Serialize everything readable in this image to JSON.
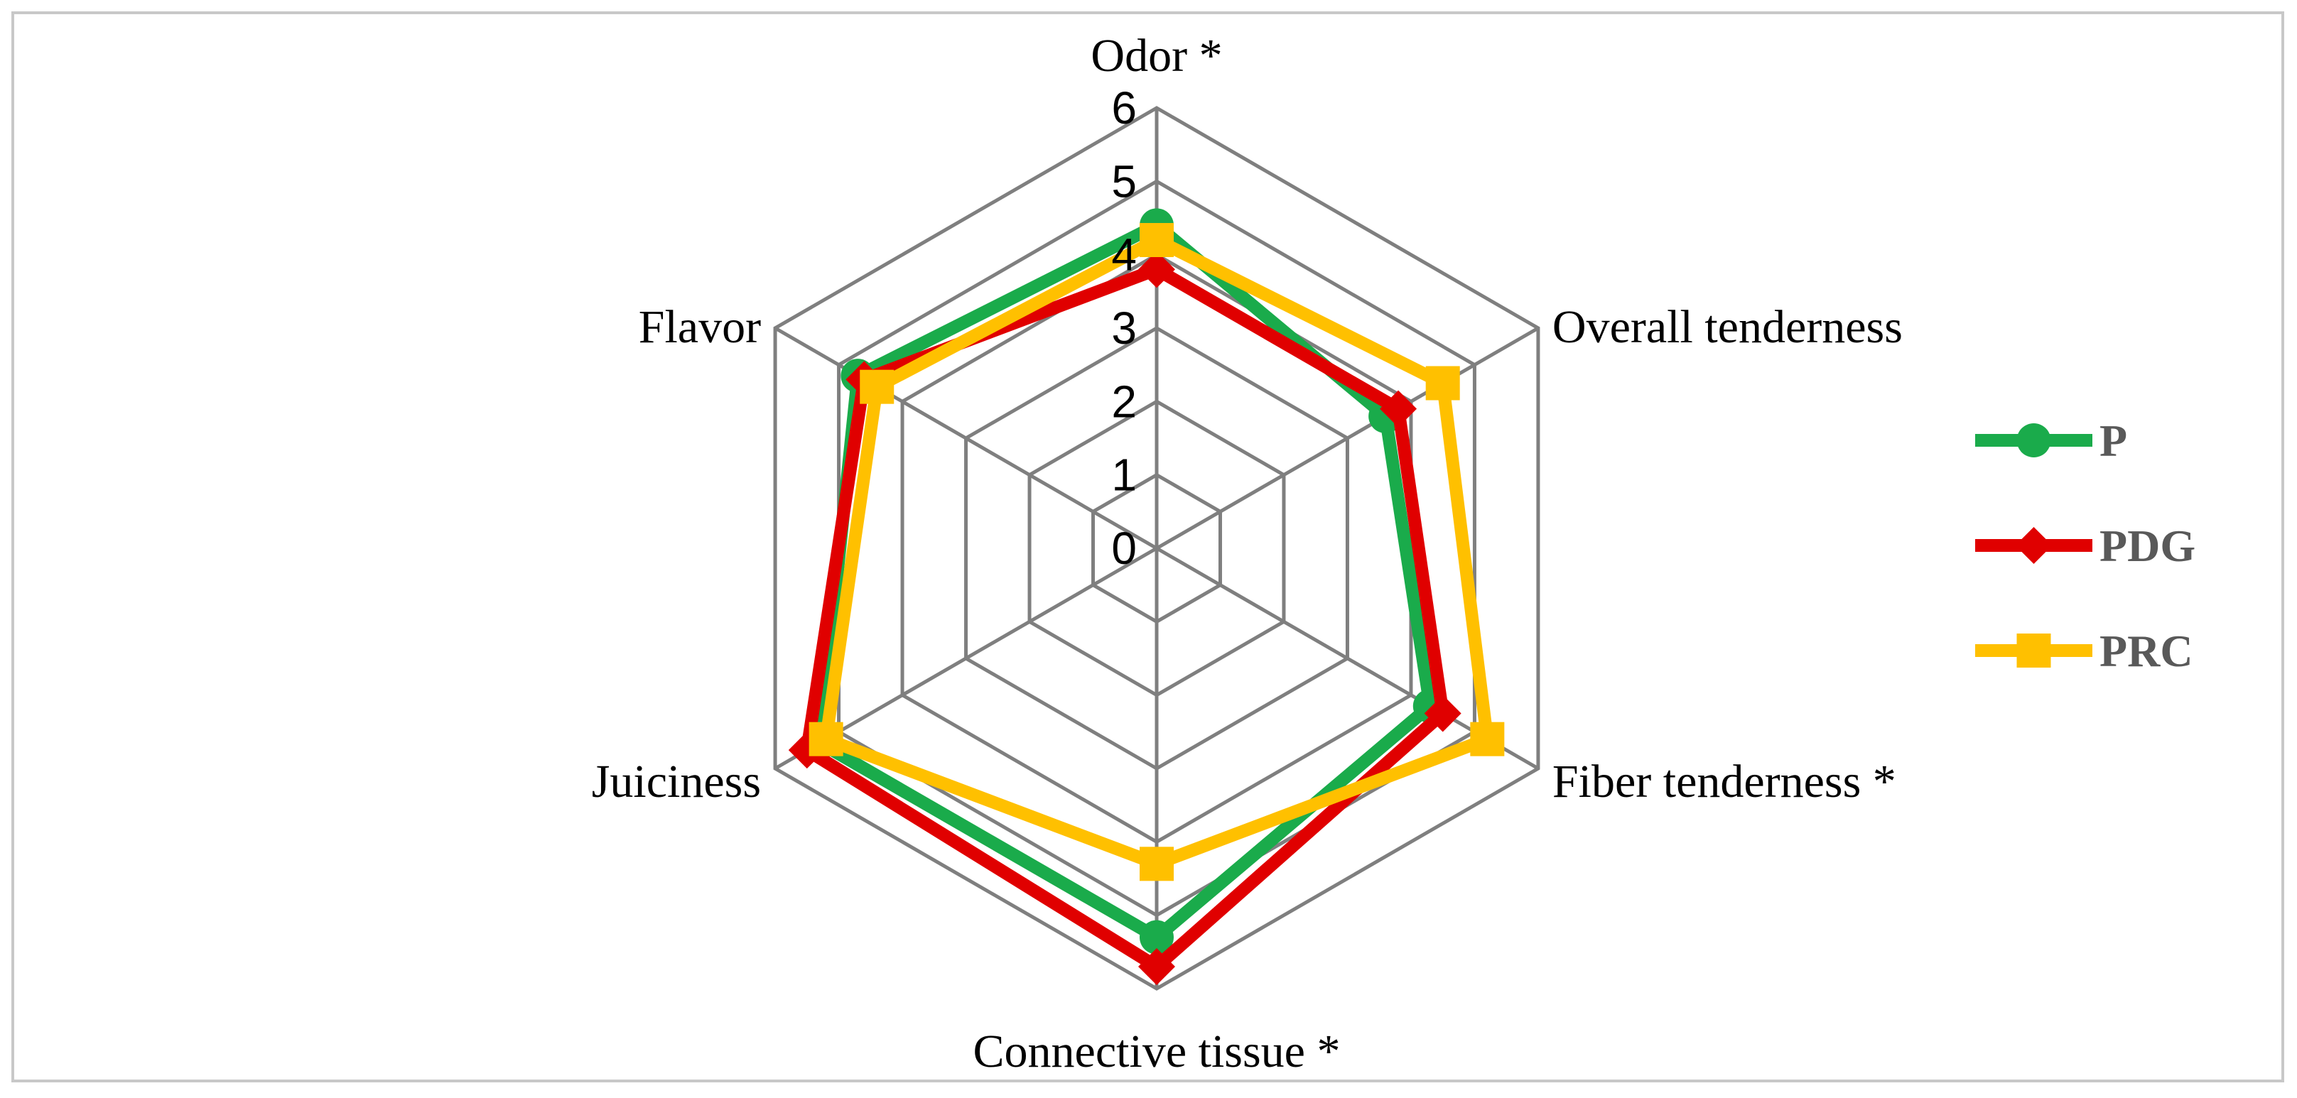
{
  "chart_data": {
    "type": "radar",
    "axes": [
      "Odor *",
      "Overall tenderness",
      "Fiber tenderness *",
      "Connective tissue *",
      "Juiciness",
      "Flavor"
    ],
    "r_ticks": [
      "0",
      "1",
      "2",
      "3",
      "4",
      "5",
      "6"
    ],
    "r_range": [
      0,
      6
    ],
    "grid": true,
    "legend_position": "right",
    "series": [
      {
        "name": "P",
        "color": "#1aab4b",
        "marker": "circle",
        "values": [
          4.4,
          3.6,
          4.3,
          5.3,
          5.3,
          4.7
        ]
      },
      {
        "name": "PDG",
        "color": "#e00000",
        "marker": "diamond",
        "values": [
          3.8,
          3.8,
          4.5,
          5.7,
          5.5,
          4.6
        ]
      },
      {
        "name": "PRC",
        "color": "#ffc000",
        "marker": "square",
        "values": [
          4.2,
          4.5,
          5.2,
          4.3,
          5.2,
          4.4
        ]
      }
    ]
  }
}
